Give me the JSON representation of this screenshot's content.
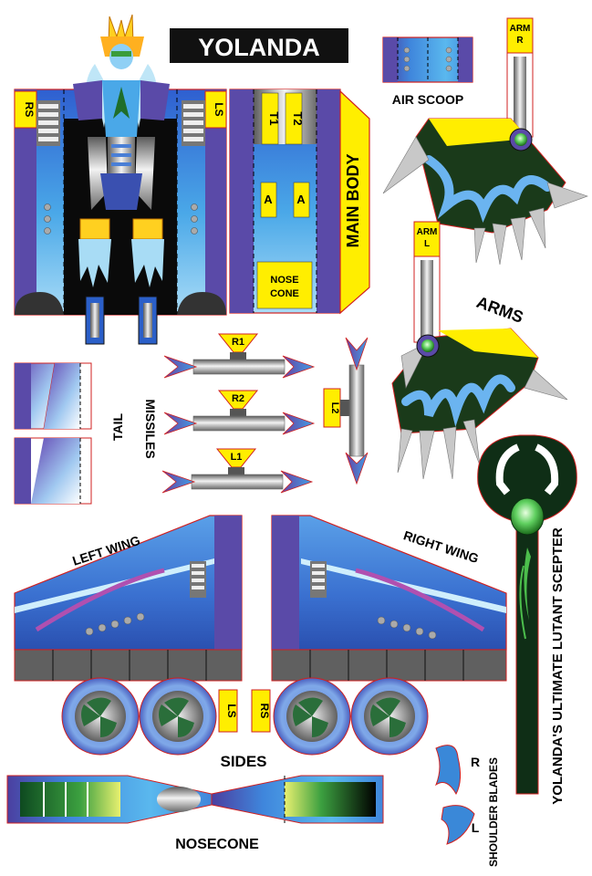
{
  "title": "YOLANDA",
  "labels": {
    "air_scoop": "AIR SCOOP",
    "main_body": "MAIN BODY",
    "arms": "ARMS",
    "missiles": "MISSILES",
    "tail": "TAIL",
    "left_wing": "LEFT WING",
    "right_wing": "RIGHT WING",
    "sides": "SIDES",
    "nosecone": "NOSECONE",
    "shoulder_blades": "SHOULDER BLADES",
    "scepter": "YOLANDA'S ULTIMATE LUTANT  SCEPTER"
  },
  "tabs": {
    "rs": "RS",
    "ls": "LS",
    "t1": "T1",
    "t2": "T2",
    "a": "A",
    "nose_cone_1": "NOSE",
    "nose_cone_2": "CONE",
    "arm_r_1": "ARM",
    "arm_r_2": "R",
    "arm_l_1": "ARM",
    "arm_l_2": "L",
    "r1": "R1",
    "r2": "R2",
    "l1": "L1",
    "l2": "L2",
    "side_ls": "LS",
    "side_rs": "RS",
    "blade_r": "R",
    "blade_l": "L"
  },
  "colors": {
    "blue": "#3b7fd6",
    "light_blue": "#8fd0f5",
    "purple": "#6a4fa6",
    "yellow": "#ffee00",
    "red_outline": "#d02020",
    "green": "#1f6e2a",
    "grey": "#8a8a8a"
  }
}
